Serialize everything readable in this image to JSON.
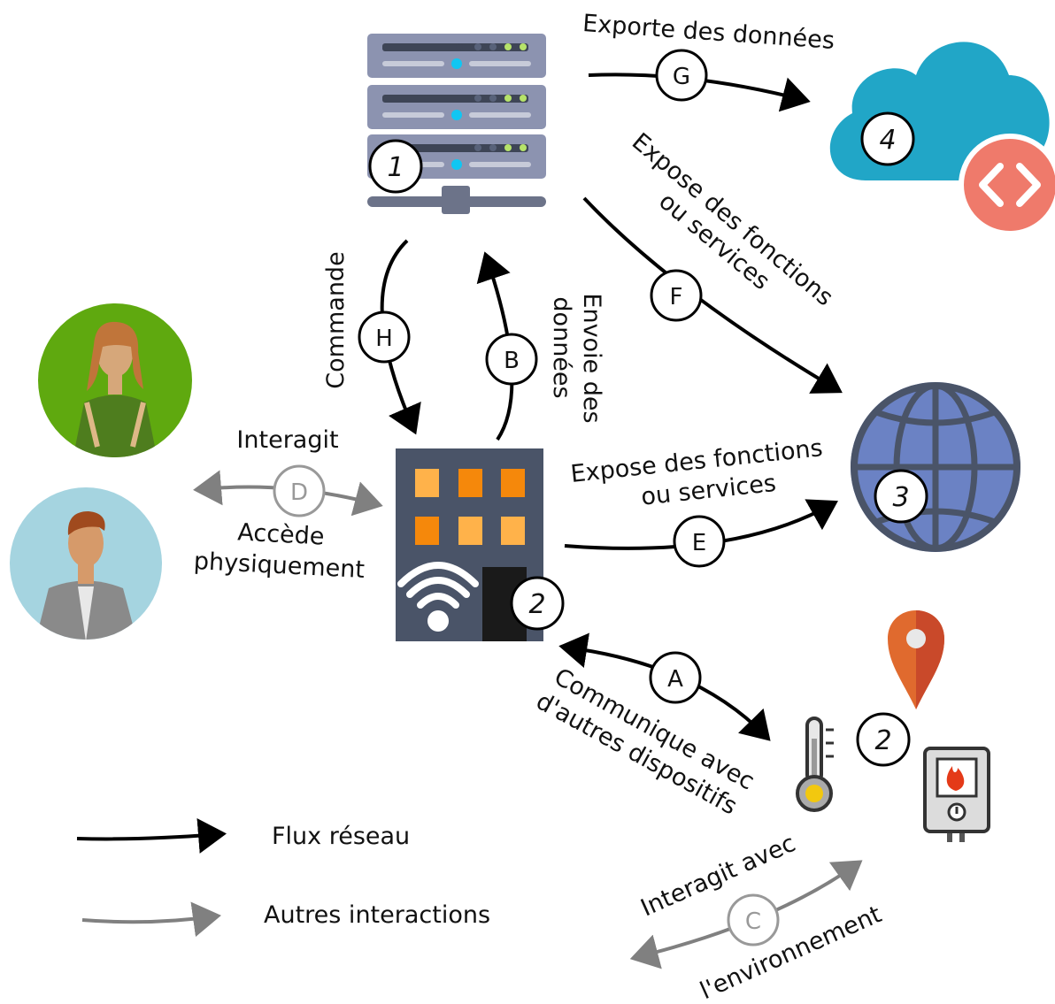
{
  "colors": {
    "network": "#000000",
    "other": "#808080",
    "server_body": "#8c93b0",
    "server_slot": "#3e4556",
    "server_led": "#11c6f2",
    "server_green": "#b6e36a",
    "cloud": "#21a6c7",
    "code_badge": "#ef7a6b",
    "globe": "#6b82c4",
    "building": "#4a5468",
    "window_dark": "#f5880b",
    "window_light": "#ffb24a",
    "person_woman_bg": "#5fa90f",
    "person_man_bg": "#a5d4e0",
    "pin": "#e06a2e",
    "heater": "#dcdcdc",
    "flame": "#e43a18"
  },
  "nodes": {
    "server": {
      "icon": "server-rack-icon",
      "number": "1"
    },
    "gateway": {
      "icon": "building-wifi-icon",
      "number": "2"
    },
    "web": {
      "icon": "globe-icon",
      "number": "3"
    },
    "cloud": {
      "icon": "cloud-code-icon",
      "number": "4"
    },
    "devices": {
      "icons": [
        "location-pin-icon",
        "thermometer-icon",
        "heater-icon"
      ],
      "number": "2"
    },
    "users": {
      "icons": [
        "woman-avatar-icon",
        "man-avatar-icon"
      ]
    }
  },
  "flows": {
    "G": {
      "letter": "G",
      "kind": "network",
      "label": "Exporte des données"
    },
    "F": {
      "letter": "F",
      "kind": "network",
      "label_line1": "Expose des fonctions",
      "label_line2": "ou services"
    },
    "E": {
      "letter": "E",
      "kind": "network",
      "label_line1": "Expose des fonctions",
      "label_line2": "ou services"
    },
    "H": {
      "letter": "H",
      "kind": "network",
      "label": "Commande"
    },
    "B": {
      "letter": "B",
      "kind": "network",
      "label_line1": "Envoie des",
      "label_line2": "données"
    },
    "A": {
      "letter": "A",
      "kind": "network",
      "label_line1": "Communique avec",
      "label_line2": "d'autres dispositifs"
    },
    "D": {
      "letter": "D",
      "kind": "other",
      "label_top": "Interagit",
      "label_bottom_line1": "Accède",
      "label_bottom_line2": "physiquement"
    },
    "C": {
      "letter": "C",
      "kind": "other",
      "label_top": "Interagit avec",
      "label_bottom": "l'environnement"
    }
  },
  "legend": {
    "network": "Flux réseau",
    "other": "Autres interactions"
  }
}
